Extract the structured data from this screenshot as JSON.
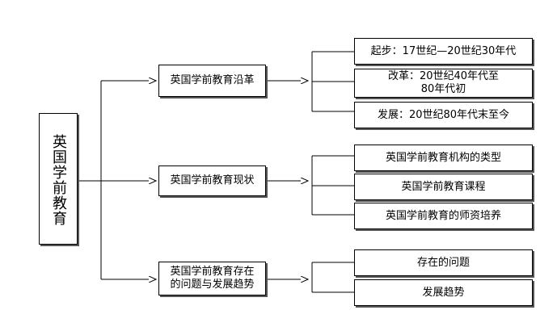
{
  "root": {
    "label": "英国学前教育"
  },
  "branches": [
    {
      "label": "英国学前教育沿革",
      "children": [
        {
          "label": "起步：17世纪—20世纪30年代"
        },
        {
          "line1": "改革：20世纪40年代至",
          "line2": "80年代初"
        },
        {
          "label": "发展：20世纪80年代末至今"
        }
      ]
    },
    {
      "label": "英国学前教育现状",
      "children": [
        {
          "label": "英国学前教育机构的类型"
        },
        {
          "label": "英国学前教育课程"
        },
        {
          "label": "英国学前教育的师资培养"
        }
      ]
    },
    {
      "line1": "英国学前教育存在",
      "line2": "的问题与发展趋势",
      "children": [
        {
          "label": "存在的问题"
        },
        {
          "label": "发展趋势"
        }
      ]
    }
  ]
}
